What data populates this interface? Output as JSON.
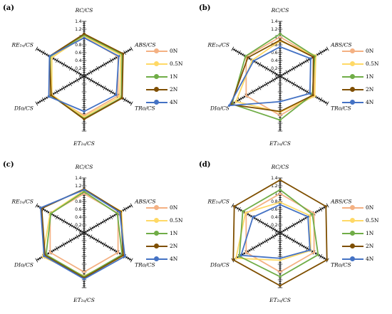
{
  "colors": {
    "0N": "#F4B183",
    "0.5N": "#FFD966",
    "1N": "#70AD47",
    "2N": "#7F4F00",
    "4N": "#4472C4"
  },
  "chart_data": [
    {
      "type": "radar",
      "panel_label": "(a)",
      "axes": [
        "RC/CS",
        "ABS/CS",
        "TRo/CS",
        "ET₂ₒ/CS",
        "DIo/CS",
        "RE₁ₒ/CS"
      ],
      "tick_labels": [
        "0",
        "0.2",
        "0.4",
        "0.6",
        "0.8",
        "1",
        "1.2",
        "1.4"
      ],
      "range": [
        0,
        1.4
      ],
      "legend_placement": "right",
      "series": [
        {
          "name": "0N",
          "values": [
            1.0,
            1.0,
            1.0,
            1.0,
            1.0,
            1.0
          ]
        },
        {
          "name": "0.5N",
          "values": [
            1.02,
            1.08,
            1.05,
            1.04,
            0.95,
            0.95
          ]
        },
        {
          "name": "1N",
          "values": [
            1.05,
            1.12,
            1.1,
            1.08,
            0.98,
            1.0
          ]
        },
        {
          "name": "2N",
          "values": [
            1.08,
            1.15,
            1.12,
            1.1,
            0.97,
            1.02
          ]
        },
        {
          "name": "4N",
          "values": [
            0.98,
            1.02,
            0.95,
            0.9,
            1.04,
            1.02
          ]
        }
      ]
    },
    {
      "type": "radar",
      "panel_label": "(b)",
      "axes": [
        "RC/CS",
        "ABS/CS",
        "TRo/CS",
        "ET₂ₒ/CS",
        "DIo/CS",
        "RE₁ₒ/CS"
      ],
      "tick_labels": [
        "0",
        "0.2",
        "0.4",
        "0.6",
        "0.8",
        "1",
        "1.2",
        "1.4"
      ],
      "range": [
        0,
        1.4
      ],
      "legend_placement": "right",
      "series": [
        {
          "name": "0N",
          "values": [
            1.0,
            1.0,
            1.0,
            1.0,
            1.0,
            1.0
          ]
        },
        {
          "name": "0.5N",
          "values": [
            0.9,
            1.05,
            1.02,
            0.92,
            1.3,
            0.82
          ]
        },
        {
          "name": "1N",
          "values": [
            1.08,
            1.02,
            0.95,
            1.12,
            1.42,
            1.02
          ]
        },
        {
          "name": "2N",
          "values": [
            0.92,
            0.98,
            0.97,
            0.9,
            1.45,
            0.95
          ]
        },
        {
          "name": "4N",
          "values": [
            0.75,
            0.9,
            0.88,
            0.65,
            1.5,
            0.78
          ]
        }
      ]
    },
    {
      "type": "radar",
      "panel_label": "(c)",
      "axes": [
        "RC/CS",
        "ABS/CS",
        "TRo/CS",
        "ET₂ₒ/CS",
        "DIo/CS",
        "RE₁ₒ/CS"
      ],
      "tick_labels": [
        "0",
        "0.2",
        "0.4",
        "0.6",
        "0.8",
        "1",
        "1.2",
        "1.4"
      ],
      "range": [
        0,
        1.4
      ],
      "legend_placement": "right",
      "series": [
        {
          "name": "0N",
          "values": [
            1.0,
            1.0,
            1.0,
            1.0,
            1.0,
            1.0
          ]
        },
        {
          "name": "0.5N",
          "values": [
            1.08,
            1.1,
            1.18,
            1.1,
            1.22,
            1.0
          ]
        },
        {
          "name": "1N",
          "values": [
            1.05,
            0.98,
            1.12,
            1.12,
            1.12,
            0.98
          ]
        },
        {
          "name": "2N",
          "values": [
            1.12,
            1.08,
            1.15,
            1.15,
            1.15,
            1.25
          ]
        },
        {
          "name": "4N",
          "values": [
            1.1,
            1.05,
            1.2,
            1.18,
            1.18,
            1.28
          ]
        }
      ]
    },
    {
      "type": "radar",
      "panel_label": "(d)",
      "axes": [
        "RC/CS",
        "ABS/CS",
        "TRo/CS",
        "ET₂ₒ/CS",
        "DIo/CS",
        "RE₁ₒ/CS"
      ],
      "tick_labels": [
        "0",
        "0.2",
        "0.4",
        "0.6",
        "0.8",
        "1",
        "1.2",
        "1.4"
      ],
      "range": [
        0,
        1.4
      ],
      "legend_placement": "right",
      "series": [
        {
          "name": "0N",
          "values": [
            1.0,
            1.0,
            1.0,
            1.0,
            1.0,
            1.0
          ]
        },
        {
          "name": "0.5N",
          "values": [
            0.78,
            0.88,
            0.9,
            0.7,
            1.3,
            1.02
          ]
        },
        {
          "name": "1N",
          "values": [
            1.1,
            0.95,
            1.12,
            1.12,
            1.2,
            1.1
          ]
        },
        {
          "name": "2N",
          "values": [
            1.35,
            1.35,
            1.38,
            1.35,
            1.38,
            1.35
          ]
        },
        {
          "name": "4N",
          "values": [
            0.72,
            0.82,
            0.88,
            0.65,
            1.15,
            0.8
          ]
        }
      ]
    }
  ]
}
